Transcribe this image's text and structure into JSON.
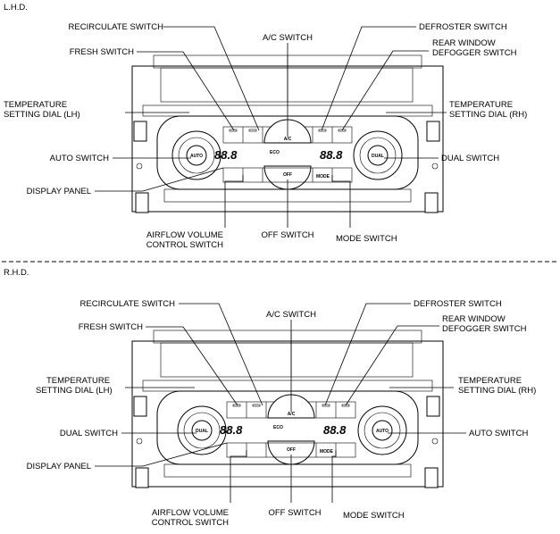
{
  "lhd": {
    "section": "L.H.D.",
    "labels": {
      "recirculate": "RECIRCULATE SWITCH",
      "fresh": "FRESH SWITCH",
      "ac": "A/C SWITCH",
      "defroster": "DEFROSTER SWITCH",
      "rear1": "REAR WINDOW",
      "rear2": "DEFOGGER SWITCH",
      "templh1": "TEMPERATURE",
      "templh2": "SETTING DIAL (LH)",
      "temprh1": "TEMPERATURE",
      "temprh2": "SETTING DIAL (RH)",
      "left_switch": "AUTO SWITCH",
      "right_switch": "DUAL SWITCH",
      "display": "DISPLAY PANEL",
      "airflow1": "AIRFLOW VOLUME",
      "airflow2": "CONTROL SWITCH",
      "off": "OFF SWITCH",
      "mode": "MODE SWITCH"
    },
    "panel": {
      "left_knob": "AUTO",
      "right_knob": "DUAL",
      "ac_text": "A/C",
      "off_text": "OFF",
      "seg_left": "88.8",
      "seg_right": "88.8",
      "mode_text": "MODE",
      "eco_text": "ECO"
    }
  },
  "rhd": {
    "section": "R.H.D.",
    "labels": {
      "recirculate": "RECIRCULATE SWITCH",
      "fresh": "FRESH SWITCH",
      "ac": "A/C SWITCH",
      "defroster": "DEFROSTER SWITCH",
      "rear1": "REAR WINDOW",
      "rear2": "DEFOGGER SWITCH",
      "templh1": "TEMPERATURE",
      "templh2": "SETTING DIAL (LH)",
      "temprh1": "TEMPERATURE",
      "temprh2": "SETTING DIAL (RH)",
      "left_switch": "DUAL SWITCH",
      "right_switch": "AUTO SWITCH",
      "display": "DISPLAY PANEL",
      "airflow1": "AIRFLOW VOLUME",
      "airflow2": "CONTROL SWITCH",
      "off": "OFF SWITCH",
      "mode": "MODE SWITCH"
    },
    "panel": {
      "left_knob": "DUAL",
      "right_knob": "AUTO",
      "ac_text": "A/C",
      "off_text": "OFF",
      "seg_left": "88.8",
      "seg_right": "88.8",
      "mode_text": "MODE",
      "eco_text": "ECO"
    }
  }
}
